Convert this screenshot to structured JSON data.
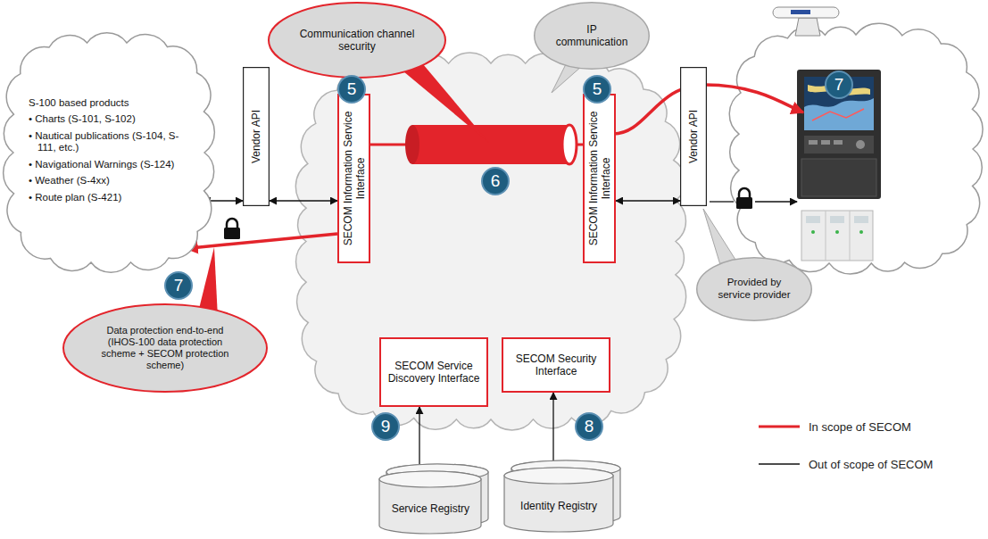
{
  "diagram": {
    "nodes": [
      {
        "text": [
          "S-100 based products",
          "• Charts (S-101, S-102)",
          "• Nautical publications (S-104, S-111, etc.)",
          "• Navigational Warnings (S-124)",
          "• Weather (S-4xx)",
          "• Route plan (S-421)"
        ]
      },
      {
        "text": [
          "Vendor API"
        ]
      },
      {
        "text": [
          "SECOM Information Service Interface"
        ]
      },
      {
        "text": [
          "Communication channel security"
        ]
      },
      {
        "text": [
          "IP communication"
        ]
      },
      {
        "text": [
          "SECOM Information Service Interface"
        ]
      },
      {
        "text": [
          "Vendor API"
        ]
      },
      {
        "text": [
          "Provided by service provider"
        ]
      },
      {
        "text": [
          "Data protection end-to-end (IHOS-100 data protection scheme + SECOM protection scheme)"
        ]
      },
      {
        "text": [
          "SECOM Service Discovery Interface"
        ]
      },
      {
        "text": [
          "SECOM Security Interface"
        ]
      },
      {
        "text": [
          "Service Registry"
        ]
      },
      {
        "text": [
          "Identity Registry"
        ]
      }
    ],
    "edges": [
      {
        "from": 0,
        "to": 1,
        "arrow": "both"
      },
      {
        "from": 1,
        "to": 2,
        "arrow": "both"
      },
      {
        "from": 2,
        "to": 0,
        "arrow": "to"
      },
      {
        "from": 2,
        "to": 5,
        "arrow": "none"
      },
      {
        "from": 5,
        "to": 6,
        "arrow": "both"
      },
      {
        "from": 9,
        "to": 11,
        "arrow": "both"
      },
      {
        "from": 10,
        "to": 12,
        "arrow": "both"
      }
    ],
    "labels": [
      "5",
      "5",
      "7",
      "6",
      "7",
      "9",
      "8"
    ],
    "legend": [
      {
        "text": "In scope of SECOM"
      },
      {
        "text": "Out of scope of SECOM"
      }
    ]
  }
}
